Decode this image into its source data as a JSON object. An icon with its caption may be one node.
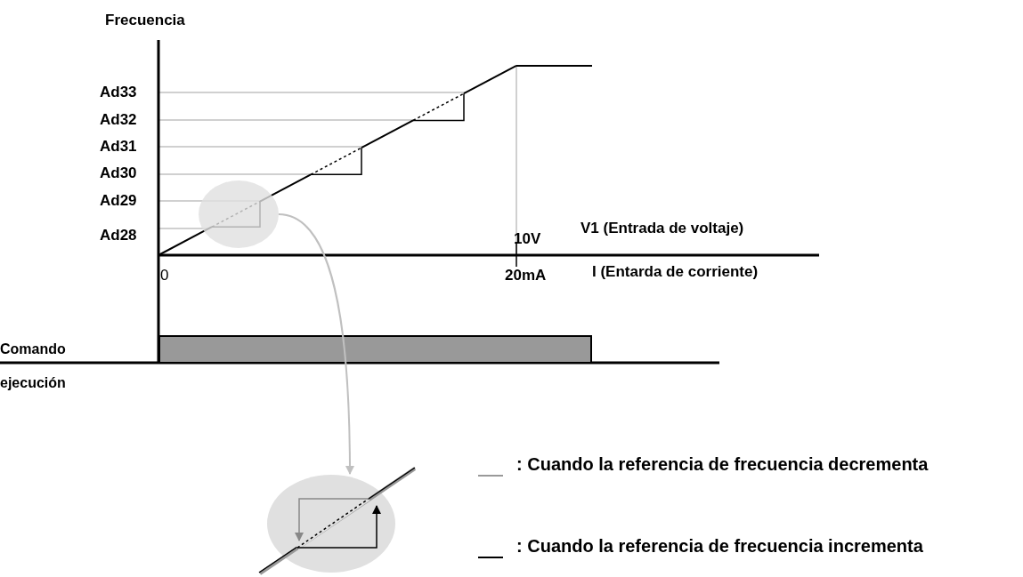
{
  "diagram": {
    "nodes": [
      {
        "text": [],
        "shape": "circle"
      },
      {
        "text": [],
        "shape": "circle"
      }
    ],
    "edges": [
      {
        "from": 0,
        "to": 1,
        "arrow": "to"
      }
    ],
    "labels": [
      "Frecuencia",
      "Ad33",
      "Ad32",
      "Ad31",
      "Ad30",
      "Ad29",
      "Ad28",
      "10V",
      "V1 (Entrada de voltaje)",
      "0",
      "20mA",
      "I (Entarda de corriente)",
      "Comando ejecución"
    ],
    "legend": [
      {
        "text": ": Cuando la referencia de frecuencia decrementa"
      },
      {
        "text": ": Cuando la referencia de frecuencia incrementa"
      }
    ]
  }
}
